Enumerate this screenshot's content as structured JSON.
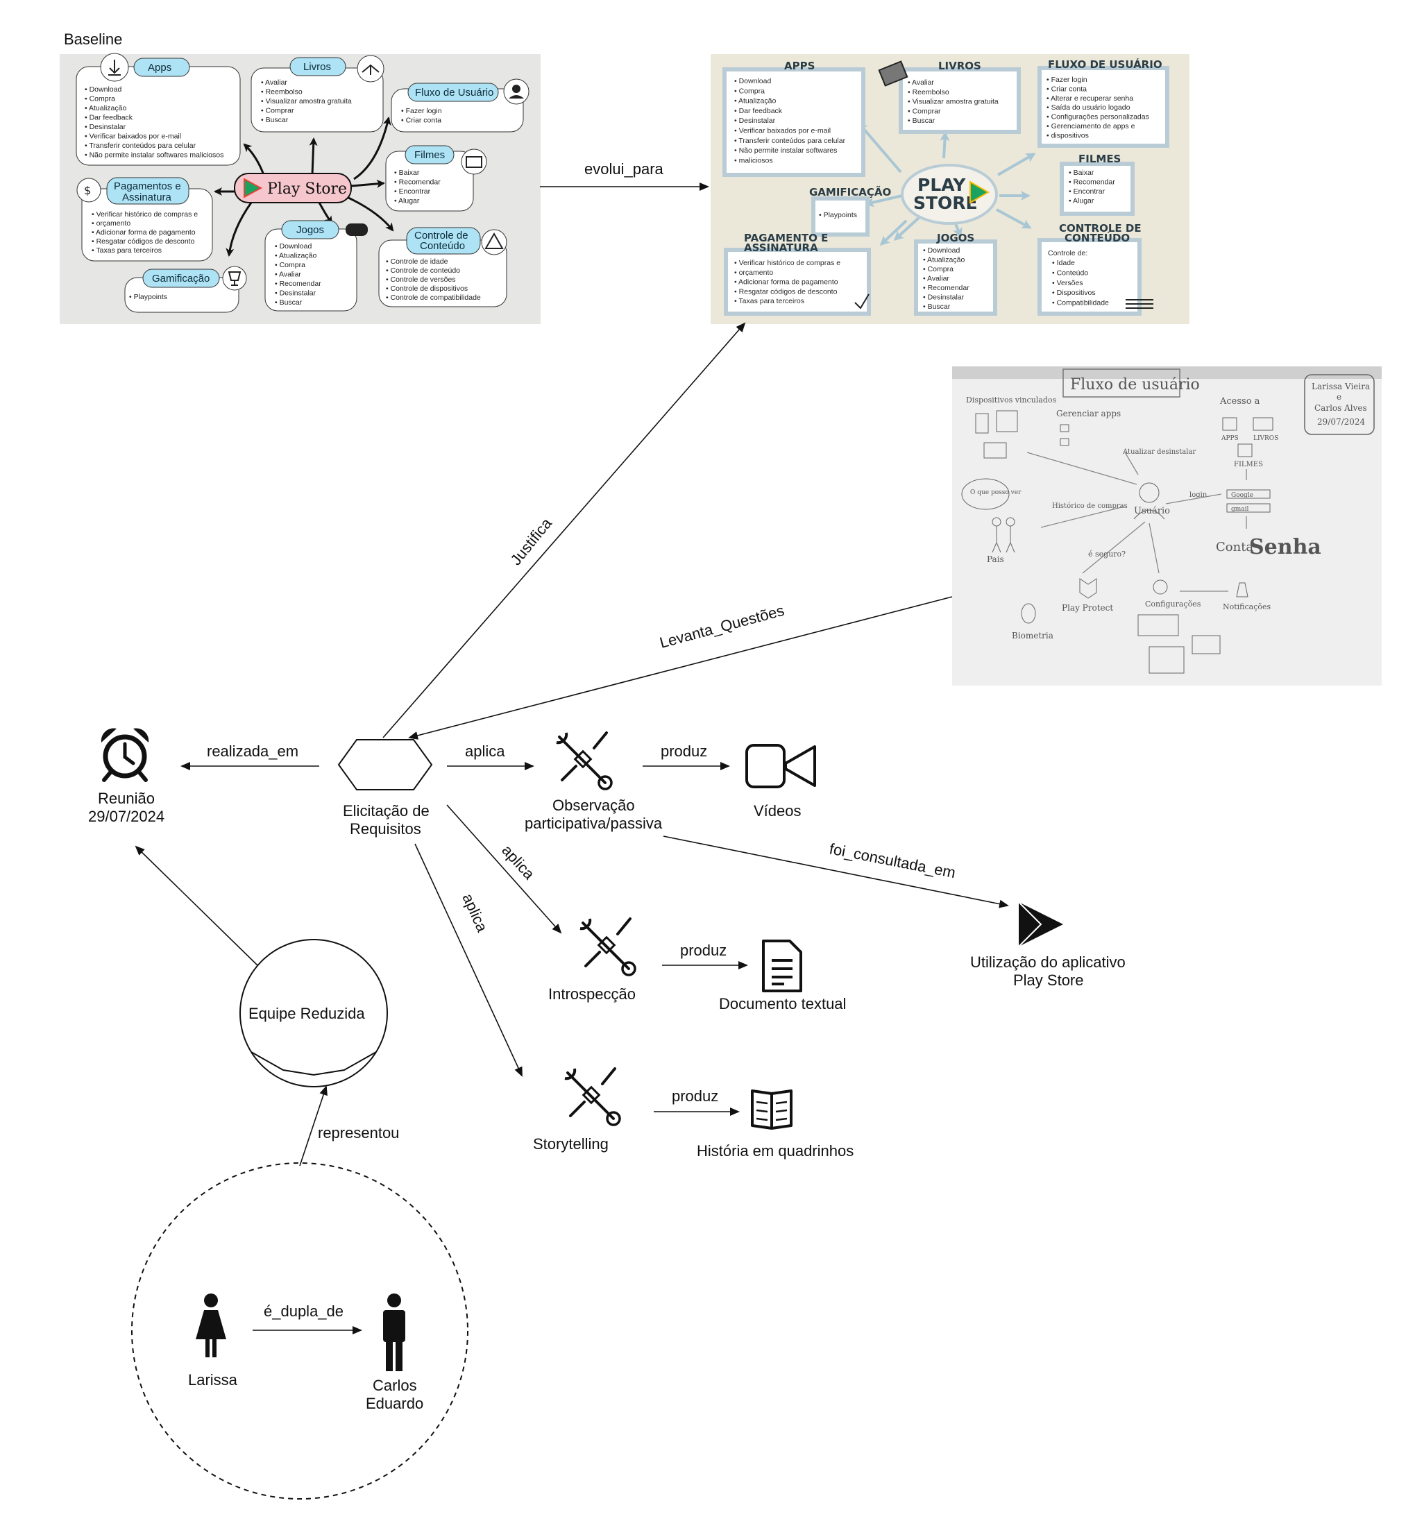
{
  "baseline": {
    "title": "Baseline",
    "center": "Play Store",
    "apps": {
      "title": "Apps",
      "items": [
        "Download",
        "Compra",
        "Atualização",
        "Dar feedback",
        "Desinstalar",
        "Verificar baixados por e-mail",
        "Transferir conteúdos para celular",
        "Não permite instalar softwares maliciosos"
      ]
    },
    "livros": {
      "title": "Livros",
      "items": [
        "Avaliar",
        "Reembolso",
        "Visualizar amostra gratuita",
        "Comprar",
        "Buscar"
      ]
    },
    "fluxo": {
      "title": "Fluxo de Usuário",
      "items": [
        "Fazer login",
        "Criar conta"
      ]
    },
    "filmes": {
      "title": "Filmes",
      "items": [
        "Baixar",
        "Recomendar",
        "Encontrar",
        "Alugar"
      ]
    },
    "pagamentos": {
      "title_line1": "Pagamentos e",
      "title_line2": "Assinatura",
      "items": [
        "Verificar histórico de compras e",
        "orçamento",
        "Adicionar forma de pagamento",
        "Resgatar códigos de desconto",
        "Taxas para terceiros"
      ]
    },
    "jogos": {
      "title": "Jogos",
      "items": [
        "Download",
        "Atualização",
        "Compra",
        "Avaliar",
        "Recomendar",
        "Desinstalar",
        "Buscar"
      ]
    },
    "controle": {
      "title_line1": "Controle de",
      "title_line2": "Conteúdo",
      "items": [
        "Controle de idade",
        "Controle de conteúdo",
        "Controle de versões",
        "Controle de dispositivos",
        "Controle de compatibilidade"
      ]
    },
    "gamificacao": {
      "title": "Gamificação",
      "items": [
        "Playpoints"
      ]
    }
  },
  "evolved": {
    "center_line1": "PLAY",
    "center_line2": "STORE",
    "apps": {
      "title": "APPS",
      "items": [
        "Download",
        "Compra",
        "Atualização",
        "Dar feedback",
        "Desinstalar",
        "Verificar baixados por e-mail",
        "Transferir conteúdos para celular",
        "Não permite instalar softwares",
        "maliciosos"
      ]
    },
    "livros": {
      "title": "LIVROS",
      "items": [
        "Avaliar",
        "Reembolso",
        "Visualizar amostra gratuita",
        "Comprar",
        "Buscar"
      ]
    },
    "fluxo": {
      "title": "FLUXO DE USUÁRIO",
      "items": [
        "Fazer login",
        "Criar conta",
        "Alterar e recuperar senha",
        "Saída do usuário logado",
        "Configurações personalizadas",
        "Gerenciamento de apps e",
        "dispositivos"
      ]
    },
    "filmes": {
      "title": "FILMES",
      "items": [
        "Baixar",
        "Recomendar",
        "Encontrar",
        "Alugar"
      ]
    },
    "gamificacao": {
      "title": "GAMIFICAÇÃO",
      "items": [
        "Playpoints"
      ]
    },
    "pagamento": {
      "title_line1": "PAGAMENTO E",
      "title_line2": "ASSINATURA",
      "items": [
        "Verificar histórico de compras e",
        "orçamento",
        "Adicionar forma de pagamento",
        "Resgatar códigos de desconto",
        "Taxas para terceiros"
      ]
    },
    "jogos": {
      "title": "JOGOS",
      "items": [
        "Download",
        "Atualização",
        "Compra",
        "Avaliar",
        "Recomendar",
        "Desinstalar",
        "Buscar"
      ]
    },
    "controle": {
      "title_line1": "CONTROLE DE",
      "title_line2": "CONTEÚDO",
      "intro": "Controle de:",
      "items": [
        "Idade",
        "Conteúdo",
        "Versões",
        "Dispositivos",
        "Compatibilidade"
      ]
    }
  },
  "sketch": {
    "title": "Fluxo de usuário",
    "authors": [
      "Larissa Vieira",
      "e",
      "Carlos Alves",
      "29/07/2024"
    ],
    "labels": [
      "Dispositivos vinculados",
      "Gerenciar apps",
      "Atualizar desinstalar",
      "Acesso a",
      "LIVROS",
      "FILMES",
      "O que posso ver",
      "Histórico de compras",
      "Usuário",
      "login",
      "Pais",
      "é seguro?",
      "Play Protect",
      "Configurações",
      "Notificações",
      "Biometria",
      "Conta",
      "Google",
      "gmail",
      "Senha",
      "APPS"
    ]
  },
  "edges": {
    "evolui_para": "evolui_para",
    "justifica": "Justifica",
    "levanta": "Levanta_Questões",
    "realizada_em": "realizada_em",
    "aplica1": "aplica",
    "aplica2": "aplica",
    "aplica3": "aplica",
    "produz1": "produz",
    "produz2": "produz",
    "produz3": "produz",
    "foi_consultada_em": "foi_consultada_em",
    "representou": "representou",
    "e_dupla_de": "é_dupla_de"
  },
  "nodes": {
    "reuniao_line1": "Reunião",
    "reuniao_line2": "29/07/2024",
    "elicitacao_line1": "Elicitação de",
    "elicitacao_line2": "Requisitos",
    "observacao_line1": "Observação",
    "observacao_line2": "participativa/passiva",
    "videos": "Vídeos",
    "introspeccao": "Introspecção",
    "documento": "Documento textual",
    "storytelling": "Storytelling",
    "historia": "História em quadrinhos",
    "playstore_line1": "Utilização do aplicativo",
    "playstore_line2": "Play Store",
    "equipe": "Equipe Reduzida",
    "larissa": "Larissa",
    "carlos_line1": "Carlos",
    "carlos_line2": "Eduardo"
  },
  "colors": {
    "pill_blue": "#aee3f5",
    "center_pink": "#f6c6cd",
    "board_bg": "#e6e6e4",
    "evolved_bg": "#ebe8da",
    "evolved_frame": "#b9ccd6",
    "arrow": "#111111"
  }
}
